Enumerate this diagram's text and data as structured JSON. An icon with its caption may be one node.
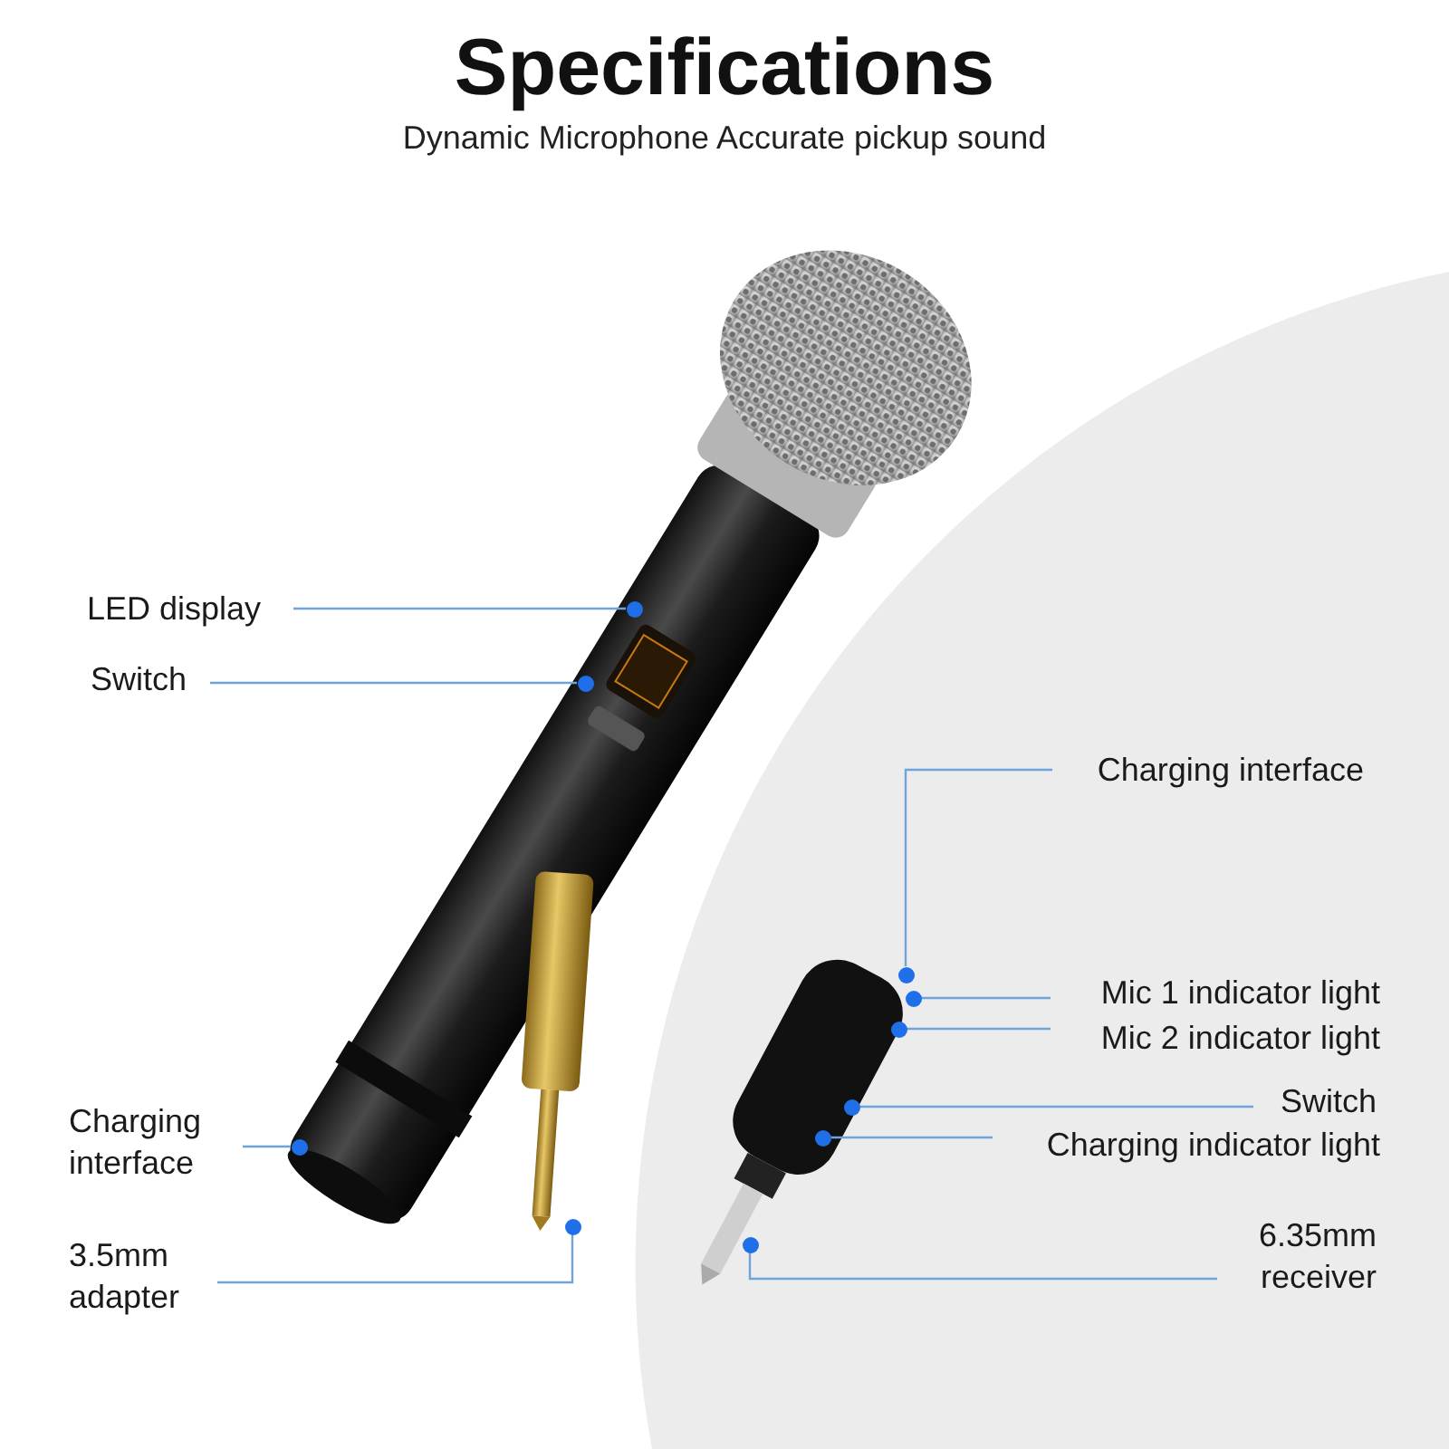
{
  "diagram": {
    "title": "Specifications",
    "nodes": [
      {
        "text": [
          "LED display"
        ]
      },
      {
        "text": [
          "Switch"
        ]
      },
      {
        "text": [
          "Charging interface"
        ]
      },
      {
        "text": [
          "Mic 1 indicator light"
        ]
      },
      {
        "text": [
          "Mic 2 indicator light"
        ]
      },
      {
        "text": [
          "Switch"
        ]
      },
      {
        "text": [
          "Charging indicator light"
        ]
      },
      {
        "text": [
          "6.35mm receiver"
        ]
      },
      {
        "text": [
          "Charging interface"
        ]
      },
      {
        "text": [
          "3.5mm adapter"
        ]
      },
      {
        "text": [],
        "shape": "circle"
      },
      {
        "text": [],
        "shape": "circle"
      },
      {
        "text": [],
        "shape": "circle"
      },
      {
        "text": [],
        "shape": "circle"
      },
      {
        "text": [],
        "shape": "circle"
      },
      {
        "text": [],
        "shape": "circle"
      },
      {
        "text": [],
        "shape": "circle"
      },
      {
        "text": [],
        "shape": "circle"
      },
      {
        "text": [],
        "shape": "circle"
      },
      {
        "text": [],
        "shape": "circle"
      }
    ],
    "edges": [
      {
        "from": 0,
        "to": 10,
        "arrow": "none"
      },
      {
        "from": 1,
        "to": 11,
        "arrow": "none"
      },
      {
        "from": 2,
        "to": 12,
        "arrow": "none"
      },
      {
        "from": 3,
        "to": 13,
        "arrow": "none"
      },
      {
        "from": 4,
        "to": 14,
        "arrow": "none"
      },
      {
        "from": 5,
        "to": 15,
        "arrow": "none"
      },
      {
        "from": 6,
        "to": 16,
        "arrow": "none"
      },
      {
        "from": 7,
        "to": 17,
        "arrow": "none"
      },
      {
        "from": 8,
        "to": 18,
        "arrow": "none"
      },
      {
        "from": 9,
        "to": 19,
        "arrow": "none"
      }
    ],
    "labels": [
      "Dynamic Microphone Accurate pickup sound"
    ]
  }
}
